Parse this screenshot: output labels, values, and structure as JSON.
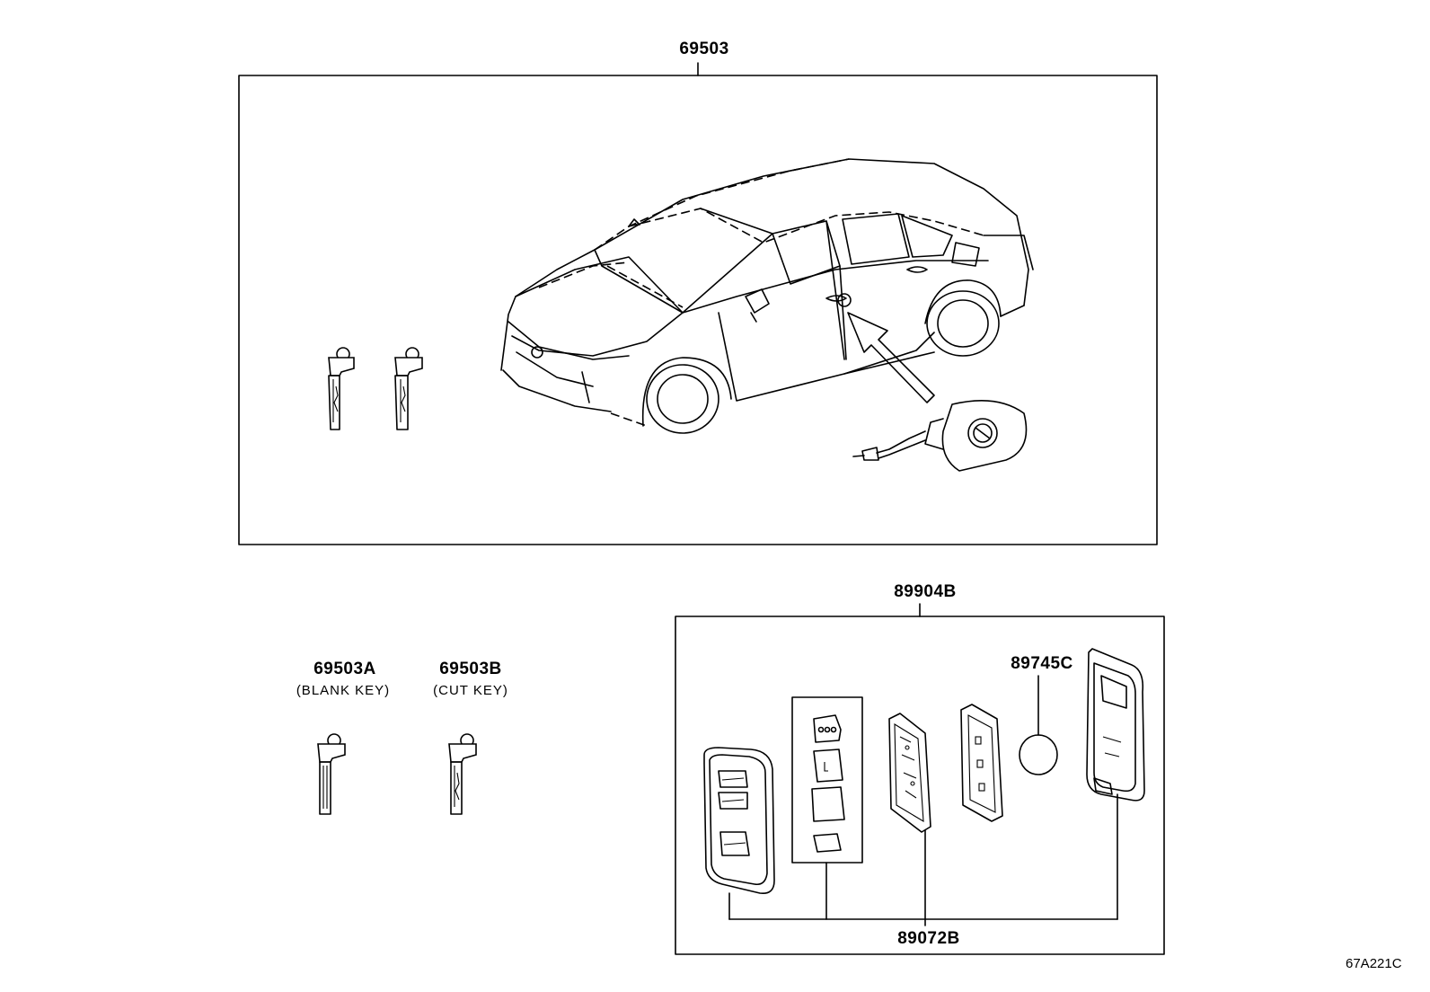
{
  "diagram": {
    "part_labels": {
      "main_kit": "69503",
      "blank_key": "69503A",
      "cut_key": "69503B",
      "transmitter_kit": "89904B",
      "battery": "89745C",
      "transmitter_housing": "89072B"
    },
    "notes": {
      "blank_key": "(BLANK KEY)",
      "cut_key": "(CUT KEY)"
    },
    "figure_code": "67A221C"
  }
}
